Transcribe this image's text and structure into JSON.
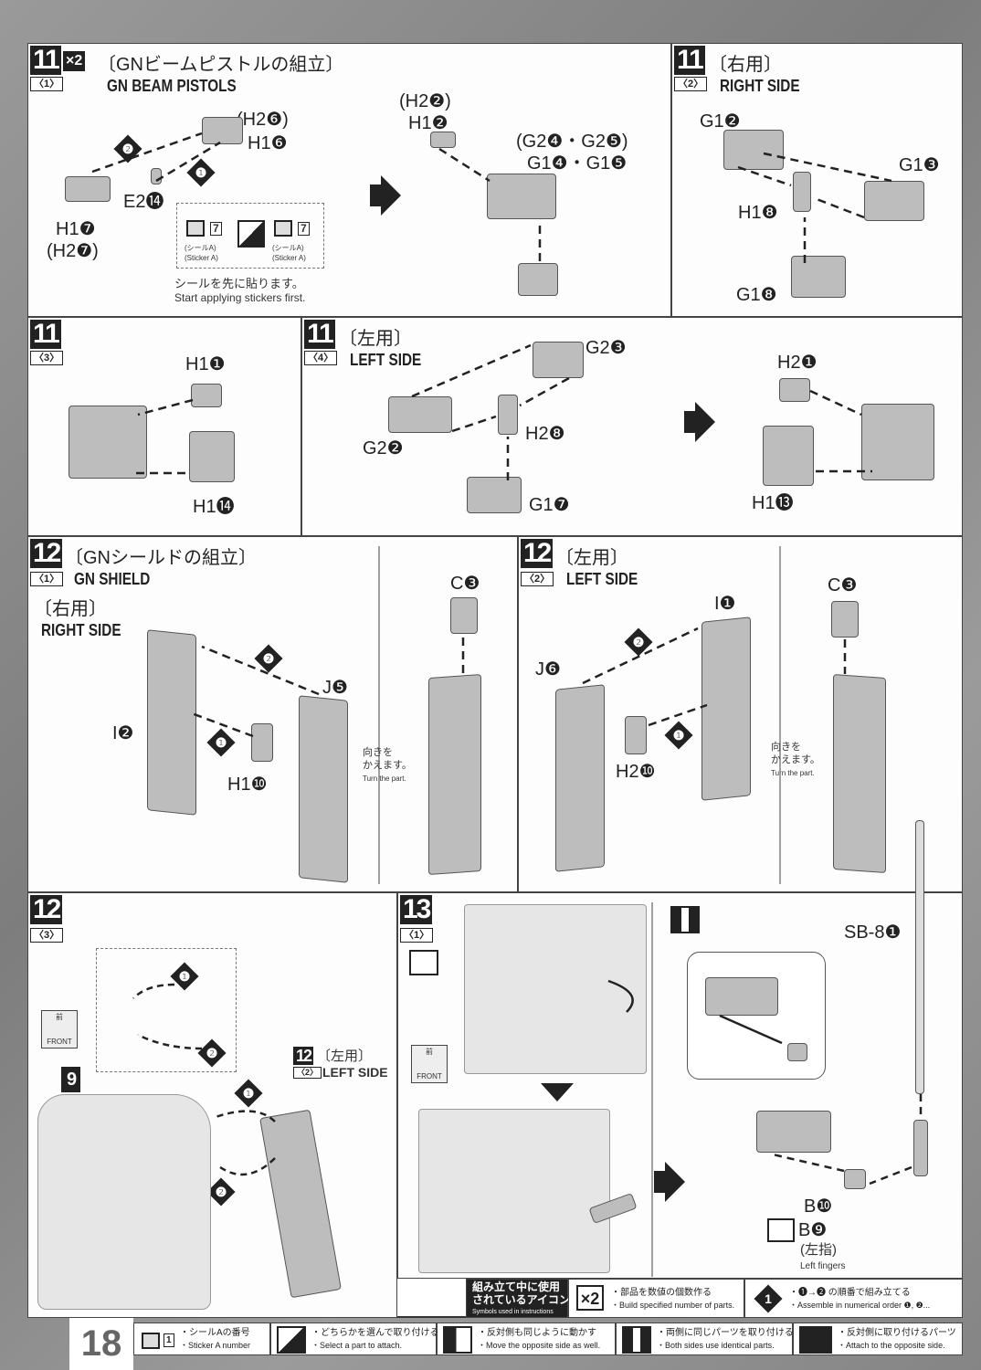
{
  "page_number": "18",
  "step11_1": {
    "step": "11",
    "sub": "〈1〉",
    "multiplier": "×2",
    "title_jp": "〔GNビームピストルの組立〕",
    "title_en": "GN BEAM PISTOLS",
    "labels": [
      "(H2❻)",
      "H1❻",
      "E2⓮",
      "H1❼",
      "(H2❼)",
      "(H2❷)",
      "H1❷",
      "(G2❹・G2❺)",
      "G1❹・G1❺"
    ],
    "steps": [
      "❷",
      "❶"
    ],
    "sticker": {
      "num": "7",
      "jp": "(シールA)",
      "en": "(Sticker A)",
      "note_jp": "シールを先に貼ります。",
      "note_en": "Start applying stickers first."
    }
  },
  "step11_2": {
    "step": "11",
    "sub": "〈2〉",
    "title_jp": "〔右用〕",
    "title_en": "RIGHT SIDE",
    "labels": [
      "G1❷",
      "G1❸",
      "H1❽",
      "G1❽"
    ]
  },
  "step11_3": {
    "step": "11",
    "sub": "〈3〉",
    "labels": [
      "H1❶",
      "H1⓮"
    ]
  },
  "step11_4": {
    "step": "11",
    "sub": "〈4〉",
    "title_jp": "〔左用〕",
    "title_en": "LEFT SIDE",
    "labels": [
      "G2❸",
      "G2❷",
      "H2❽",
      "G1❼",
      "H2❶",
      "H1⓭"
    ]
  },
  "step12_1": {
    "step": "12",
    "sub": "〈1〉",
    "title_jp": "〔GNシールドの組立〕",
    "title_en": "GN SHIELD",
    "side_jp": "〔右用〕",
    "side_en": "RIGHT SIDE",
    "labels": [
      "I❷",
      "J❺",
      "H1❿",
      "C❸"
    ],
    "steps": [
      "❷",
      "❶"
    ],
    "turn_jp1": "向きを",
    "turn_jp2": "かえます。",
    "turn_en": "Turn the part."
  },
  "step12_2": {
    "step": "12",
    "sub": "〈2〉",
    "title_jp": "〔左用〕",
    "title_en": "LEFT SIDE",
    "labels": [
      "I❶",
      "J❻",
      "H2❿",
      "C❸"
    ],
    "steps": [
      "❷",
      "❶"
    ],
    "turn_jp1": "向きを",
    "turn_jp2": "かえます。",
    "turn_en": "Turn the part."
  },
  "step12_3": {
    "step": "12",
    "sub": "〈3〉",
    "front_jp": "前",
    "front_en": "FRONT",
    "ref_num": "9",
    "steps": [
      "❶",
      "❷"
    ],
    "ref_step": "12",
    "ref_sub": "〈2〉",
    "ref_jp": "〔左用〕",
    "ref_en": "LEFT SIDE"
  },
  "step13_1": {
    "step": "13",
    "sub": "〈1〉",
    "front_jp": "前",
    "front_en": "FRONT",
    "labels": [
      "SB-8❶",
      "B❿",
      "B❾"
    ],
    "fingers_jp": "(左指)",
    "fingers_en": "Left fingers"
  },
  "legend": {
    "header_jp1": "組み立て中に使用",
    "header_jp2": "されているアイコン",
    "header_en": "Symbols used in instructions",
    "items": [
      {
        "icon": "multiplier-x2",
        "glyph": "×2",
        "jp": "・部品を数値の個数作る",
        "en": "・Build specified number of parts."
      },
      {
        "icon": "order-diamond",
        "glyph": "1",
        "jp": "・❶→❷ の順番で組み立てる",
        "en": "・Assemble in numerical order ❶, ❷..."
      },
      {
        "icon": "sticker",
        "glyph": "1",
        "jp": "・シールAの番号",
        "en": "・Sticker A number"
      },
      {
        "icon": "select-part",
        "jp": "・どちらかを選んで取り付ける",
        "en": "・Select a part to attach."
      },
      {
        "icon": "move-opposite",
        "jp": "・反対側も同じように動かす",
        "en": "・Move the opposite side as well."
      },
      {
        "icon": "both-sides",
        "jp": "・両側に同じパーツを取り付ける",
        "en": "・Both sides use identical parts."
      },
      {
        "icon": "attach-opposite",
        "jp": "・反対側に取り付けるパーツ",
        "en": "・Attach to the opposite side."
      }
    ]
  }
}
